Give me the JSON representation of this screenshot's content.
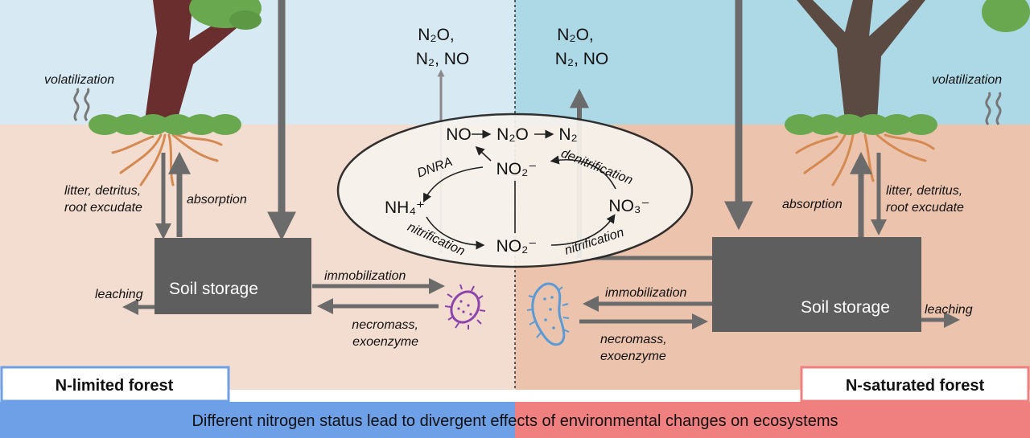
{
  "left_side": {
    "volatilization": "volatilization",
    "litter_line1": "litter, detritus,",
    "litter_line2": "root excudate",
    "absorption": "absorption",
    "soil_storage": "Soil storage",
    "leaching": "leaching",
    "immobilization": "immobilization",
    "necromass_line1": "necromass,",
    "necromass_line2": "exoenzyme",
    "gas_line1": "N₂O,",
    "gas_line2": "N₂, NO",
    "title": "N-limited forest"
  },
  "right_side": {
    "volatilization": "volatilization",
    "litter_line1": "litter, detritus,",
    "litter_line2": "root excudate",
    "absorption": "absorption",
    "soil_storage": "Soil storage",
    "leaching": "leaching",
    "immobilization": "immobilization",
    "necromass_line1": "necromass,",
    "necromass_line2": "exoenzyme",
    "gas_line1": "N₂O,",
    "gas_line2": "N₂, NO",
    "title": "N-saturated forest"
  },
  "cycle": {
    "no": "NO",
    "n2o": "N₂O",
    "n2": "N₂",
    "no2_top": "NO₂⁻",
    "nh4": "NH₄⁺",
    "no3": "NO₃⁻",
    "no2_bottom": "NO₂⁻",
    "dnra": "DNRA",
    "denitrification": "denitrification",
    "nitrification_left": "nitrification",
    "nitrification_right": "nitrification"
  },
  "banner": "Different nitrogen status lead to divergent effects of environmental changes on ecosystems",
  "colors": {
    "sky_left": "#d7eaf3",
    "sky_right": "#add8e6",
    "soil_left": "#f3ddd0",
    "soil_right": "#ecc3ad",
    "arrow_gray": "#6b6b6b",
    "storage_box": "#5e5e5e",
    "banner_left": "#6ea0e8",
    "banner_right": "#f08080",
    "leaf_green": "#6aa84f",
    "trunk_left": "#6b2e2e",
    "trunk_right": "#5a4a42",
    "microbe_left": "#8e44ad",
    "microbe_right": "#5b9bd5"
  }
}
